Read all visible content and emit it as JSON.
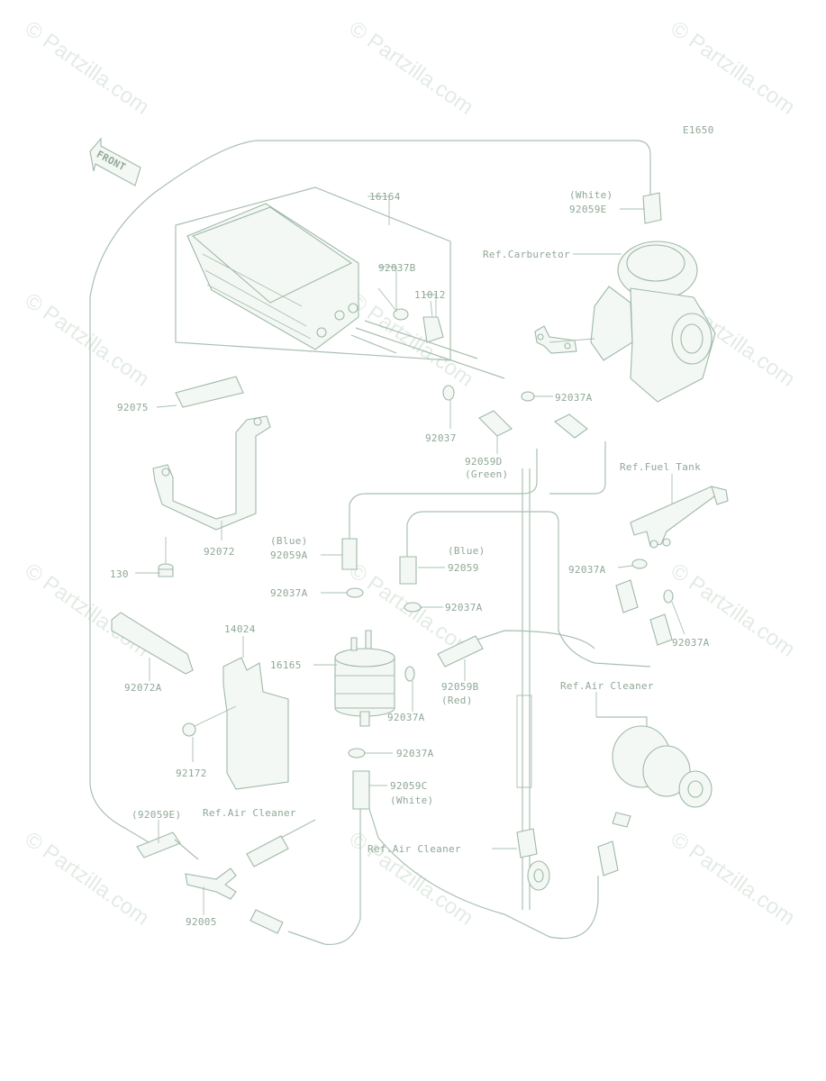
{
  "diagram": {
    "code": "E1650",
    "front_label": "FRONT",
    "watermark": "© Partzilla.com",
    "labels": {
      "p16164": "16164",
      "p92037B": "92037B",
      "p11012": "11012",
      "white_e": "(White)",
      "p92059E": "92059E",
      "ref_carb": "Ref.Carburetor",
      "p92037A_a": "92037A",
      "p92075": "92075",
      "p92037": "92037",
      "p92059D": "92059D",
      "green": "(Green)",
      "ref_fuel_tank": "Ref.Fuel Tank",
      "p92072": "92072",
      "blue_a": "(Blue)",
      "p92059A": "92059A",
      "blue_b": "(Blue)",
      "p92059": "92059",
      "p92037A_b": "92037A",
      "p130": "130",
      "p92037A_c": "92037A",
      "p92037A_d": "92037A",
      "p92037A_e": "92037A",
      "p14024": "14024",
      "p16165": "16165",
      "p92072A": "92072A",
      "p92059B": "92059B",
      "red": "(Red)",
      "p92037A_f": "92037A",
      "ref_air_cleaner_a": "Ref.Air Cleaner",
      "p92172": "92172",
      "p92037A_g": "92037A",
      "p92059C": "92059C",
      "white_c": "(White)",
      "p92059E_paren": "(92059E)",
      "ref_air_cleaner_b": "Ref.Air Cleaner",
      "ref_air_cleaner_c": "Ref.Air Cleaner",
      "p92005": "92005"
    }
  }
}
